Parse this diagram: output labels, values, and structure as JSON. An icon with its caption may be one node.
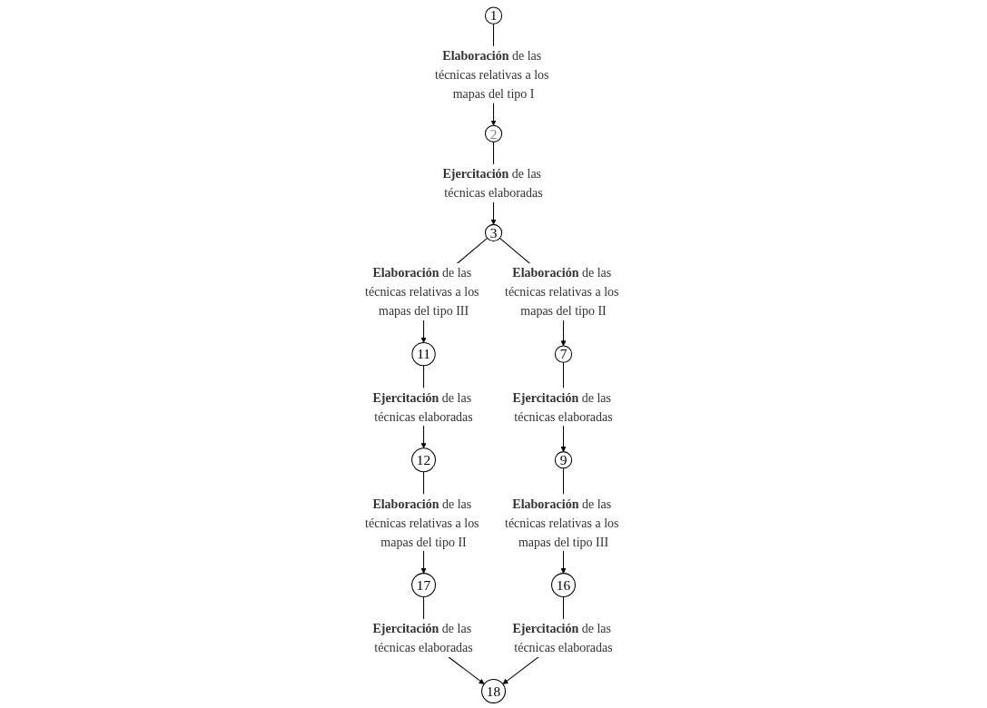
{
  "diagram": {
    "nodes": [
      {
        "text": [
          "1"
        ]
      },
      {
        "text": [
          "2"
        ]
      },
      {
        "text": [
          "3"
        ]
      },
      {
        "text": [
          "11"
        ]
      },
      {
        "text": [
          "7"
        ]
      },
      {
        "text": [
          "12"
        ]
      },
      {
        "text": [
          "9"
        ]
      },
      {
        "text": [
          "17"
        ]
      },
      {
        "text": [
          "16"
        ]
      },
      {
        "text": [
          "18"
        ]
      }
    ],
    "edges": [
      {
        "from": 0,
        "to": 1,
        "arrow": "to",
        "label": "**Elaboración** de las técnicas relativas a los mapas del tipo I"
      },
      {
        "from": 1,
        "to": 2,
        "arrow": "to",
        "label": "**Ejercitación** de las técnicas elaboradas"
      },
      {
        "from": 2,
        "to": 3,
        "arrow": "to",
        "label": "**Elaboración** de las técnicas relativas a los mapas del tipo III"
      },
      {
        "from": 2,
        "to": 4,
        "arrow": "to",
        "label": "**Elaboración** de las técnicas relativas a los mapas del tipo II"
      },
      {
        "from": 3,
        "to": 5,
        "arrow": "to",
        "label": "**Ejercitación** de las técnicas elaboradas"
      },
      {
        "from": 4,
        "to": 6,
        "arrow": "to",
        "label": "**Ejercitación** de las técnicas elaboradas"
      },
      {
        "from": 5,
        "to": 7,
        "arrow": "to",
        "label": "**Elaboración** de las técnicas relativas a los mapas del tipo II"
      },
      {
        "from": 6,
        "to": 8,
        "arrow": "to",
        "label": "**Elaboración** de las técnicas relativas a los mapas del tipo III"
      },
      {
        "from": 7,
        "to": 9,
        "arrow": "to",
        "label": "**Ejercitación** de las técnicas elaboradas"
      },
      {
        "from": 8,
        "to": 9,
        "arrow": "to",
        "label": "**Ejercitación** de las técnicas elaboradas"
      }
    ]
  }
}
